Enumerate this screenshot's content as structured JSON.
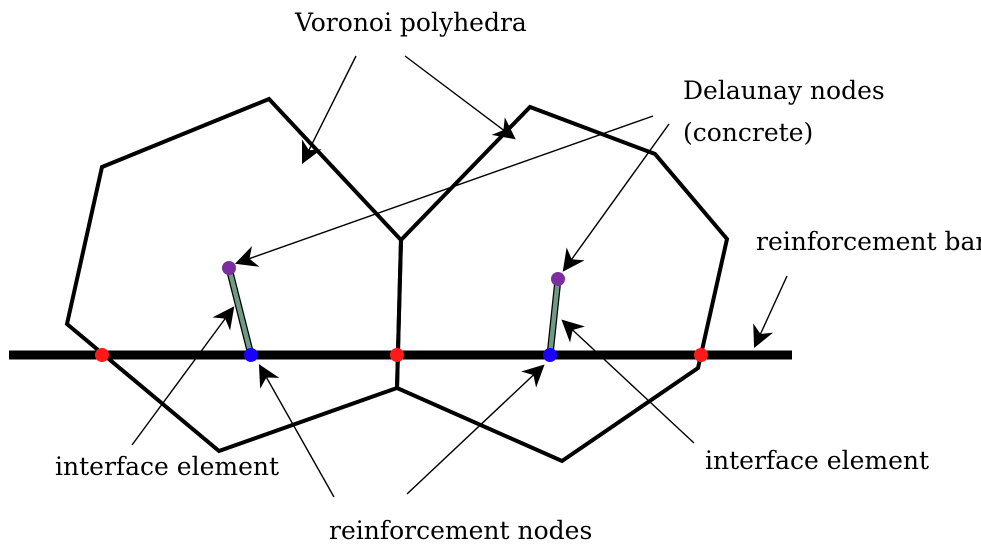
{
  "labels": {
    "voronoi": "Voronoi polyhedra",
    "delaunay_line1": "Delaunay nodes",
    "delaunay_line2": "(concrete)",
    "reinforcement_bar": "reinforcement bar",
    "interface_left": "interface element",
    "interface_right": "interface element",
    "reinforcement_nodes": "reinforcement nodes"
  },
  "colors": {
    "cell_edge": "#000000",
    "bar": "#000000",
    "concrete_node": "#7a2ea0",
    "reinforcement_node": "#1a00ff",
    "intersection_node": "#ff1a1a",
    "interface_element": "#6f9b86"
  }
}
